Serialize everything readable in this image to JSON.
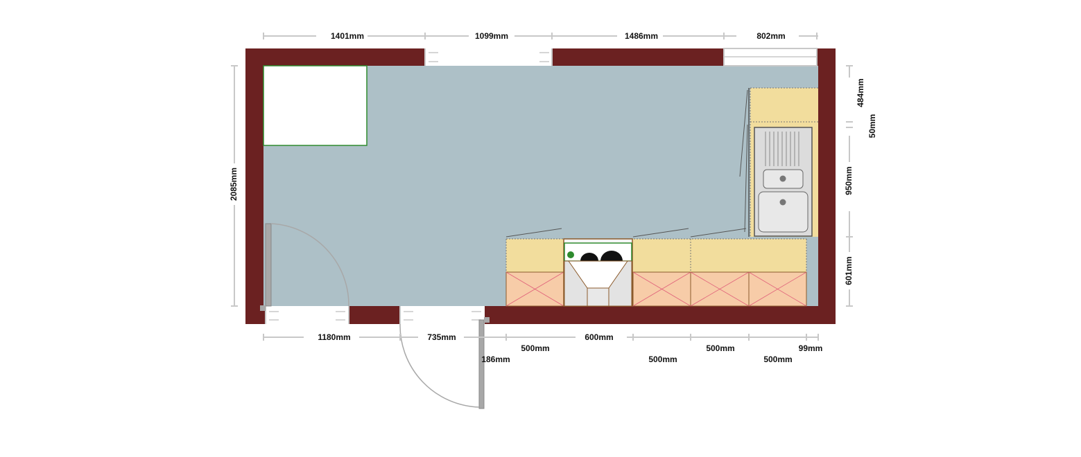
{
  "colors": {
    "wall": "#6b2121",
    "floor": "#adc0c7",
    "worktop": "#f2dd9d",
    "cabinet_door": "#f7cca8",
    "cabinet_cross": "#e0607a",
    "dimension_line": "#c8c8c8",
    "window_frame": "#c8c8c8",
    "fridge_outline": "#2e8b2e",
    "sink": "#dcdcdc"
  },
  "dimensions": {
    "top": [
      "1401mm",
      "1099mm",
      "1486mm",
      "802mm"
    ],
    "left": "2085mm",
    "right": [
      "484mm",
      "50mm",
      "950mm",
      "601mm"
    ],
    "bottom_row1": [
      "1180mm",
      "735mm",
      "600mm",
      "99mm"
    ],
    "bottom_row2": [
      "186mm",
      "500mm",
      "500mm",
      "500mm",
      "500mm"
    ]
  },
  "elements": {
    "windows": [
      "top-window-1",
      "top-window-2",
      "bottom-window"
    ],
    "doors": [
      "left-door",
      "bottom-door"
    ],
    "appliances": [
      "cooker-hob",
      "double-sink",
      "fridge-cabinet"
    ],
    "base_units": 5
  }
}
